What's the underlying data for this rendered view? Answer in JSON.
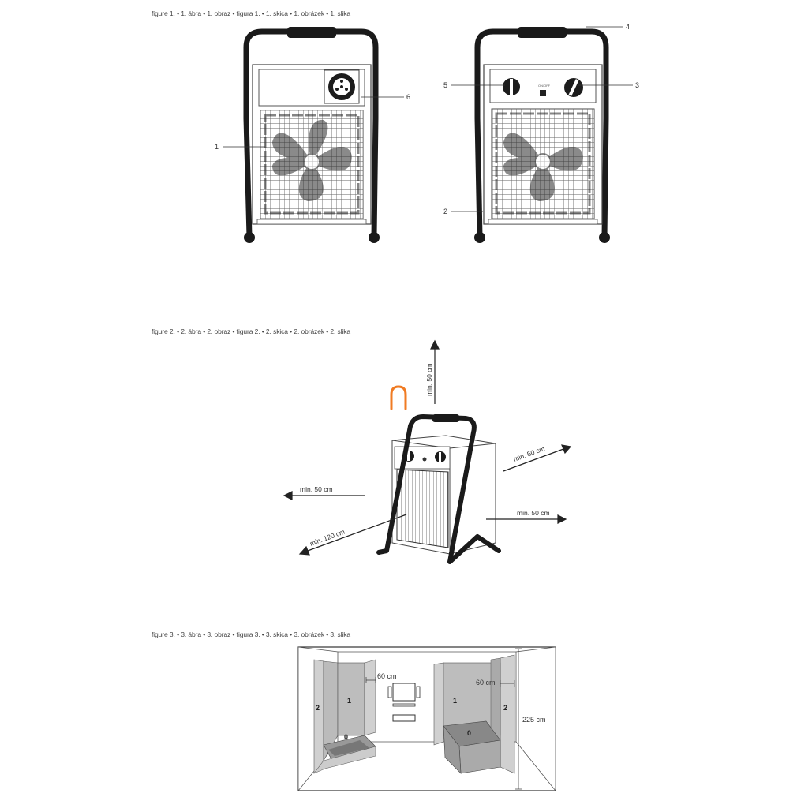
{
  "captions": {
    "fig1": "figure 1. • 1. ábra • 1. obraz • figura 1. • 1. skica • 1. obrázek • 1. slika",
    "fig2": "figure 2. • 2. ábra • 2. obraz • figura 2. • 2. skica • 2. obrázek • 2. slika",
    "fig3": "figure 3. • 3. ábra • 3. obraz • figura 3. • 3. skica • 3. obrázek • 3. slika"
  },
  "fig1": {
    "callouts": [
      "1",
      "6",
      "5",
      "3",
      "4",
      "2"
    ]
  },
  "fig2": {
    "clearance_top": "min. 50 cm",
    "clearance_left": "min. 50 cm",
    "clearance_front": "min. 120 cm",
    "clearance_back": "min. 50 cm",
    "clearance_right": "min. 50 cm",
    "accent_color": "#f07b23"
  },
  "fig3": {
    "dist_left": "60 cm",
    "dist_right": "60 cm",
    "height": "225 cm",
    "zone0": "0",
    "zone1": "1",
    "zone2": "2"
  }
}
